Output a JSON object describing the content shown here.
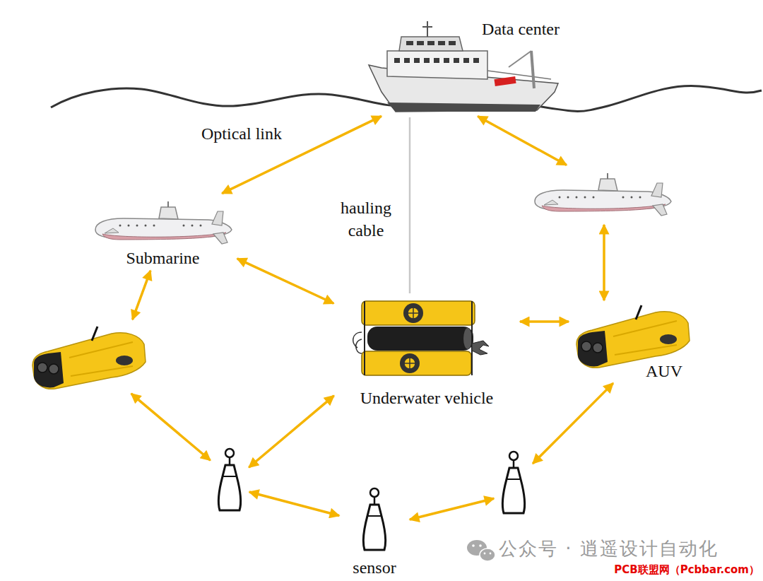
{
  "diagram": {
    "nodes": [
      {
        "text": [
          "Data center"
        ]
      },
      {
        "text": [
          "Submarine"
        ]
      },
      {
        "text": []
      },
      {
        "text": [
          "Underwater vehicle"
        ]
      },
      {
        "text": []
      },
      {
        "text": [
          "AUV"
        ]
      },
      {
        "text": []
      },
      {
        "text": [
          "sensor"
        ]
      },
      {
        "text": []
      }
    ],
    "edges": [
      {
        "from": 0,
        "to": 1,
        "arrow": "both"
      },
      {
        "from": 0,
        "to": 2,
        "arrow": "both"
      },
      {
        "from": 0,
        "to": 3,
        "arrow": "none",
        "label": "hauling cable"
      },
      {
        "from": 1,
        "to": 3,
        "arrow": "both"
      },
      {
        "from": 1,
        "to": 4,
        "arrow": "both"
      },
      {
        "from": 2,
        "to": 5,
        "arrow": "both"
      },
      {
        "from": 3,
        "to": 5,
        "arrow": "both"
      },
      {
        "from": 4,
        "to": 6,
        "arrow": "both"
      },
      {
        "from": 3,
        "to": 6,
        "arrow": "both"
      },
      {
        "from": 6,
        "to": 7,
        "arrow": "both"
      },
      {
        "from": 7,
        "to": 8,
        "arrow": "both"
      },
      {
        "from": 8,
        "to": 5,
        "arrow": "both"
      }
    ],
    "labels": [
      "Optical link",
      "公众号 · 逍遥设计自动化",
      "PCB联盟网（Pcbbar.com）"
    ]
  }
}
